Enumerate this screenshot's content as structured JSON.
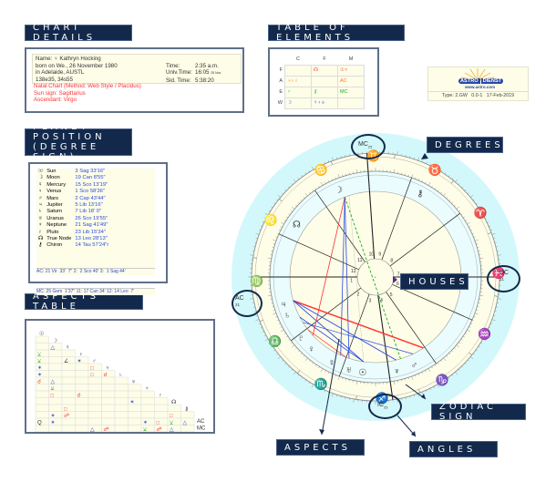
{
  "labels": {
    "chart_details": "CHART DETAILS",
    "table_of_elements": "TABLE OF ELEMENTS",
    "planet_position_line1": "PLANET POSITION",
    "planet_position_line2": "(DEGREE SIGN)",
    "aspects_table": "ASPECTS TABLE",
    "degrees": "DEGREES",
    "houses": "HOUSES",
    "zodiac_sign": "ZODIAC SIGN",
    "aspects": "ASPECTS",
    "angles": "ANGLES"
  },
  "chart_details": {
    "name_label": "Name:",
    "gender_symbol": "♀",
    "name": "Kathryn Hocking",
    "born": "born on We., 26 November 1980",
    "place": "in Adelaide, AUSTL",
    "coords": "138e35, 34s55",
    "time_label": "Time:",
    "time": "2:35 a.m.",
    "univ_label": "Univ.Time:",
    "univ": "16:05",
    "univ_note": "25 Nov.",
    "sid_label": "Sid. Time:",
    "sid": "5:38:20",
    "natal": "Natal Chart  (Method: Web Style / Placidus)",
    "sun_sign": "Sun sign: Sagittarius",
    "ascendant": "Ascendant: Virgo"
  },
  "elements": {
    "columns": [
      "C",
      "F",
      "M"
    ],
    "rows": [
      {
        "label": "F",
        "cells": [
          "",
          "☊",
          "☉♆"
        ],
        "colors": [
          "",
          "#ff3030",
          "#ff3030"
        ]
      },
      {
        "label": "A",
        "cells": [
          "♃♄♇",
          "",
          "AC"
        ],
        "colors": [
          "#ff7a2a",
          "",
          "#ff7a2a"
        ]
      },
      {
        "label": "E",
        "cells": [
          "♂",
          "⚷",
          "MC"
        ],
        "colors": [
          "#22aa22",
          "#22aa22",
          "#22aa22"
        ]
      },
      {
        "label": "W",
        "cells": [
          "☽",
          "☿♀♅",
          ""
        ],
        "colors": [
          "#2a49e0",
          "#2a49e0",
          ""
        ]
      }
    ]
  },
  "astrodienst": {
    "brand_left": "ASTRO",
    "brand_right": "DIENST",
    "url": "www.astro.com",
    "footer": "Type: 2.GW   0.0-1   17-Feb-2019"
  },
  "planets": [
    {
      "sym": "☉",
      "name": "Sun",
      "pos": "3 Sag 33'16\""
    },
    {
      "sym": "☽",
      "name": "Moon",
      "pos": "19 Can  8'55\""
    },
    {
      "sym": "☿",
      "name": "Mercury",
      "pos": "15 Sco 13'19\""
    },
    {
      "sym": "♀",
      "name": "Venus",
      "pos": "1 Sco 58'36\""
    },
    {
      "sym": "♂",
      "name": "Mars",
      "pos": "2 Cap 43'44\""
    },
    {
      "sym": "♃",
      "name": "Jupiter",
      "pos": "5 Lib 13'16\""
    },
    {
      "sym": "♄",
      "name": "Saturn",
      "pos": "7 Lib 18'  0\""
    },
    {
      "sym": "♅",
      "name": "Uranus",
      "pos": "26 Sco 19'55\""
    },
    {
      "sym": "♆",
      "name": "Neptune",
      "pos": "21 Sag 41'49\""
    },
    {
      "sym": "♇",
      "name": "Pluto",
      "pos": "23 Lib 15'34\""
    },
    {
      "sym": "☊",
      "name": "True Node",
      "pos": "13 Leo 28'13\""
    },
    {
      "sym": "⚷",
      "name": "Chiron",
      "pos": "14 Tau 57'24\"r"
    }
  ],
  "houses_rows": [
    [
      "AC: 21 Vir  33'  7\"",
      "2:  2 Sco 40'",
      "3:  1 Sag 44'"
    ],
    [
      "MC: 25 Gem  1'37\"",
      "11: 17 Can 34'",
      "12: 14 Leo  7'"
    ]
  ],
  "aspects_table": {
    "planet_headers": [
      "☉",
      "☽",
      "☿",
      "♀",
      "♂",
      "♃",
      "♄",
      "♅",
      "♆",
      "♇",
      "☊",
      "⚷",
      "AC",
      "MC"
    ]
  },
  "wheel": {
    "mc": "MC",
    "mc_deg": "25",
    "ic": "IC",
    "ic_deg": "25",
    "ac": "AC",
    "ac_deg": "21",
    "dc": "DC",
    "dc_deg": "21",
    "house_numbers": [
      "1",
      "2",
      "3",
      "4",
      "5",
      "6",
      "7",
      "8",
      "9",
      "10",
      "11",
      "12"
    ],
    "signs": [
      "♋",
      "♊",
      "♉",
      "♈",
      "♓",
      "♒",
      "♑",
      "♐",
      "♏",
      "♎",
      "♍",
      "♌"
    ],
    "sign_colors": [
      "#2a49e0",
      "#ff7a2a",
      "#22aa22",
      "#ff3030",
      "#2a49e0",
      "#ff7a2a",
      "#22aa22",
      "#ff3030",
      "#2a49e0",
      "#ff7a2a",
      "#22aa22",
      "#ff3030"
    ]
  }
}
